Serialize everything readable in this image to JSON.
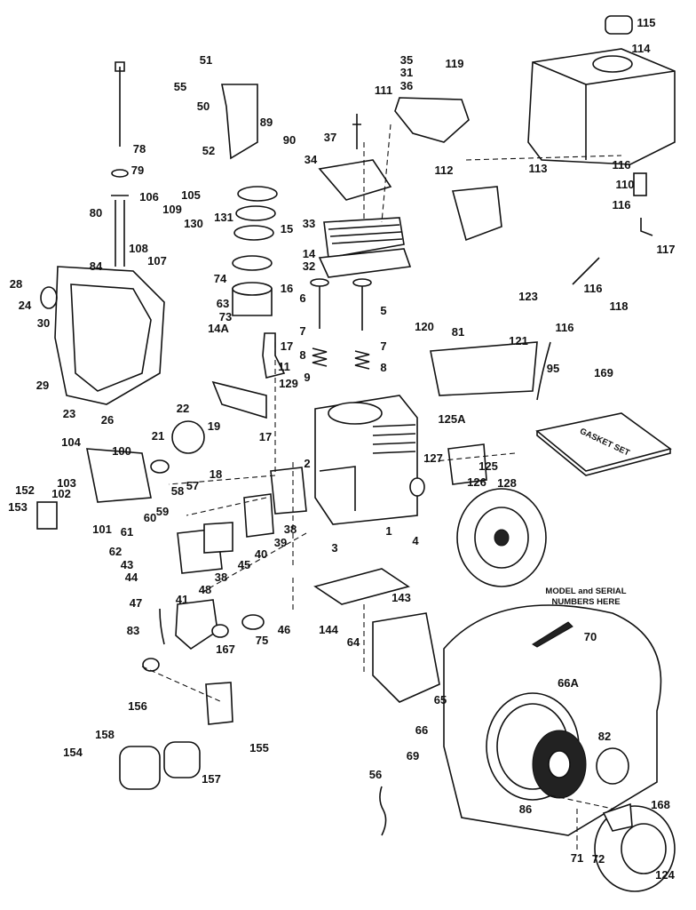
{
  "diagram": {
    "note_line1": "MODEL and SERIAL",
    "note_line2": "NUMBERS HERE",
    "gasket_box_label": "GASKET SET",
    "labels": [
      "115",
      "114",
      "35",
      "31",
      "36",
      "119",
      "111",
      "51",
      "55",
      "50",
      "89",
      "52",
      "90",
      "78",
      "79",
      "37",
      "34",
      "112",
      "113",
      "116",
      "110",
      "116",
      "117",
      "106",
      "105",
      "109",
      "131",
      "130",
      "33",
      "15",
      "14",
      "80",
      "108",
      "107",
      "32",
      "74",
      "28",
      "84",
      "24",
      "30",
      "63",
      "73",
      "16",
      "6",
      "5",
      "123",
      "116",
      "118",
      "116",
      "14A",
      "17",
      "120",
      "81",
      "7",
      "7",
      "8",
      "8",
      "29",
      "121",
      "11",
      "95",
      "169",
      "9",
      "129",
      "23",
      "26",
      "22",
      "125A",
      "21",
      "19",
      "17",
      "104",
      "100",
      "18",
      "2",
      "127",
      "125",
      "128",
      "126",
      "103",
      "152",
      "102",
      "58",
      "57",
      "153",
      "101",
      "59",
      "60",
      "61",
      "62",
      "1",
      "4",
      "38",
      "39",
      "40",
      "3",
      "43",
      "44",
      "38",
      "41",
      "45",
      "143",
      "48",
      "47",
      "46",
      "83",
      "75",
      "144",
      "64",
      "70",
      "167",
      "66A",
      "65",
      "156",
      "155",
      "66",
      "69",
      "158",
      "154",
      "157",
      "56",
      "82",
      "86",
      "168",
      "71",
      "72",
      "124"
    ]
  }
}
